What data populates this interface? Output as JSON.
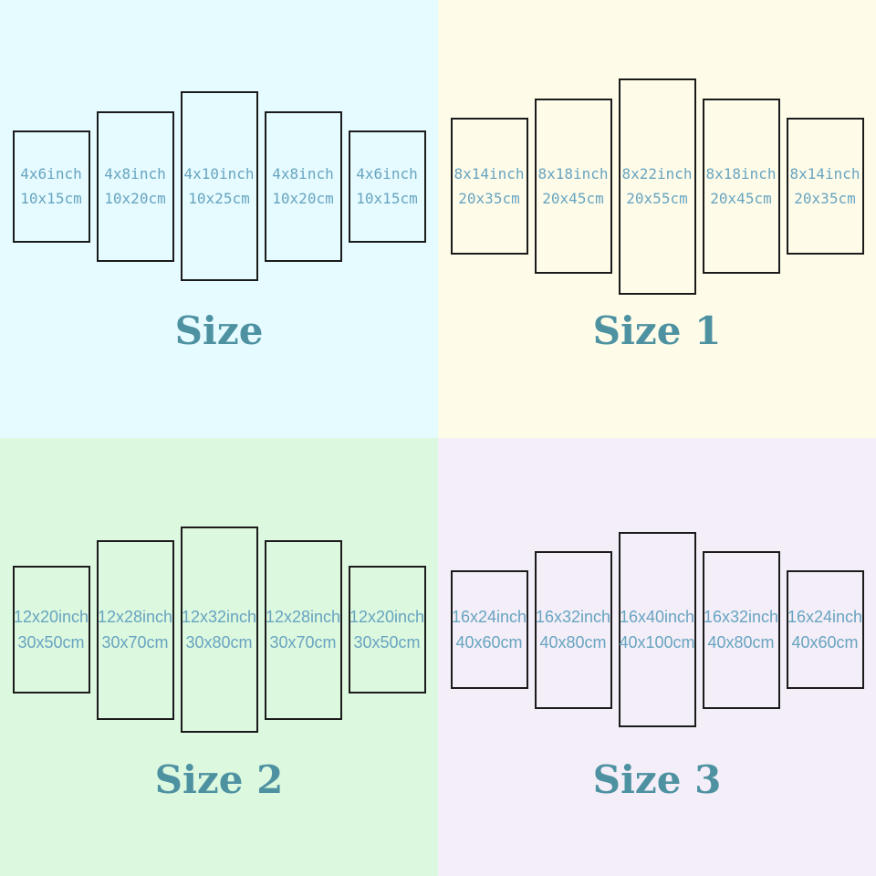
{
  "colors": {
    "title_text": "#4e92a2",
    "panel_label_text": "#68a4c0",
    "panel_border": "#1b1b1b",
    "quadrant_backgrounds": {
      "size": "#e5fbff",
      "size_1": "#fefce9",
      "size_2": "#dcf8df",
      "size_3": "#f3eef8"
    }
  },
  "quadrants": [
    {
      "title": "Size",
      "background": "#e5fbff",
      "panels": [
        {
          "inch": "4x6inch",
          "cm": "10x15cm"
        },
        {
          "inch": "4x8inch",
          "cm": "10x20cm"
        },
        {
          "inch": "4x10inch",
          "cm": "10x25cm"
        },
        {
          "inch": "4x8inch",
          "cm": "10x20cm"
        },
        {
          "inch": "4x6inch",
          "cm": "10x15cm"
        }
      ]
    },
    {
      "title": "Size 1",
      "background": "#fefce9",
      "panels": [
        {
          "inch": "8x14inch",
          "cm": "20x35cm"
        },
        {
          "inch": "8x18inch",
          "cm": "20x45cm"
        },
        {
          "inch": "8x22inch",
          "cm": "20x55cm"
        },
        {
          "inch": "8x18inch",
          "cm": "20x45cm"
        },
        {
          "inch": "8x14inch",
          "cm": "20x35cm"
        }
      ]
    },
    {
      "title": "Size 2",
      "background": "#dcf8df",
      "panels": [
        {
          "inch": "12x20inch",
          "cm": "30x50cm"
        },
        {
          "inch": "12x28inch",
          "cm": "30x70cm"
        },
        {
          "inch": "12x32inch",
          "cm": "30x80cm"
        },
        {
          "inch": "12x28inch",
          "cm": "30x70cm"
        },
        {
          "inch": "12x20inch",
          "cm": "30x50cm"
        }
      ]
    },
    {
      "title": "Size 3",
      "background": "#f3eef8",
      "panels": [
        {
          "inch": "16x24inch",
          "cm": "40x60cm"
        },
        {
          "inch": "16x32inch",
          "cm": "40x80cm"
        },
        {
          "inch": "16x40inch",
          "cm": "40x100cm"
        },
        {
          "inch": "16x32inch",
          "cm": "40x80cm"
        },
        {
          "inch": "16x24inch",
          "cm": "40x60cm"
        }
      ]
    }
  ]
}
